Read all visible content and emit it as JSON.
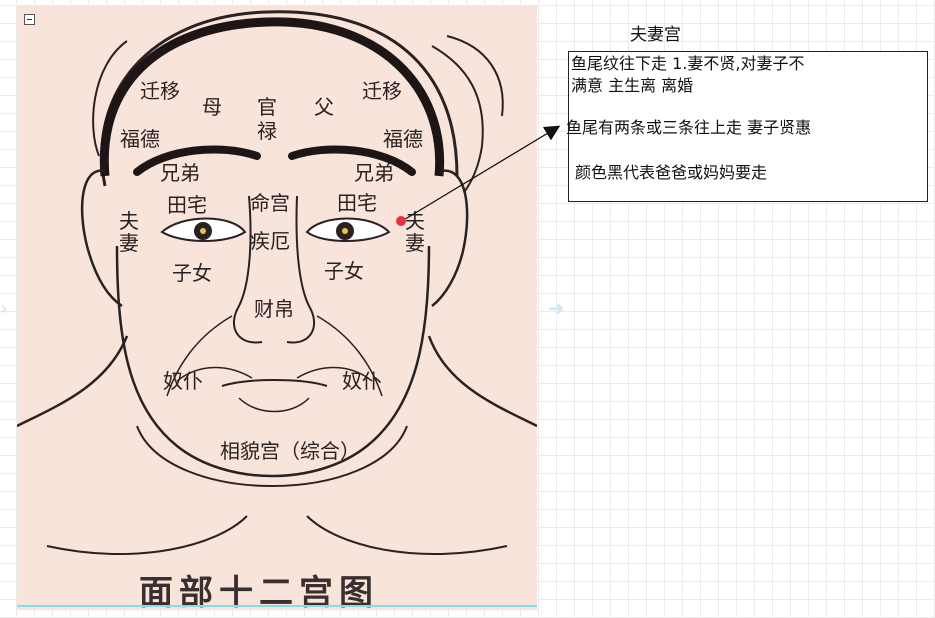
{
  "diagram": {
    "title": "夫妻宫",
    "notes": [
      "鱼尾纹往下走 1.妻不贤,对妻子不",
      "满意 主生离 离婚",
      "鱼尾有两条或三条往上走 妻子贤惠",
      "颜色黑代表爸爸或妈妈要走"
    ]
  },
  "face_chart": {
    "title": "面部十二宫图",
    "labels": {
      "qianyi_left": "迁移",
      "qianyi_right": "迁移",
      "mu": "母",
      "guan": "官",
      "lu": "禄",
      "fu_father": "父",
      "fude_left": "福德",
      "fude_right": "福德",
      "xiongdi_left": "兄弟",
      "xiongdi_right": "兄弟",
      "tianzhai_left": "田宅",
      "tianzhai_right": "田宅",
      "minggong": "命宫",
      "fu_l": "夫",
      "qi_l": "妻",
      "fu_r": "夫",
      "qi_r": "妻",
      "jie": "疾厄",
      "zinv_left": "子女",
      "zinv_right": "子女",
      "caibo": "财帛",
      "nupu_left": "奴仆",
      "nupu_right": "奴仆",
      "xiangmao": "相貌宫（综合）"
    }
  },
  "colors": {
    "face_background": "#f8e4da",
    "marker": "#e8323a",
    "accent_line": "#7fe0e8"
  }
}
